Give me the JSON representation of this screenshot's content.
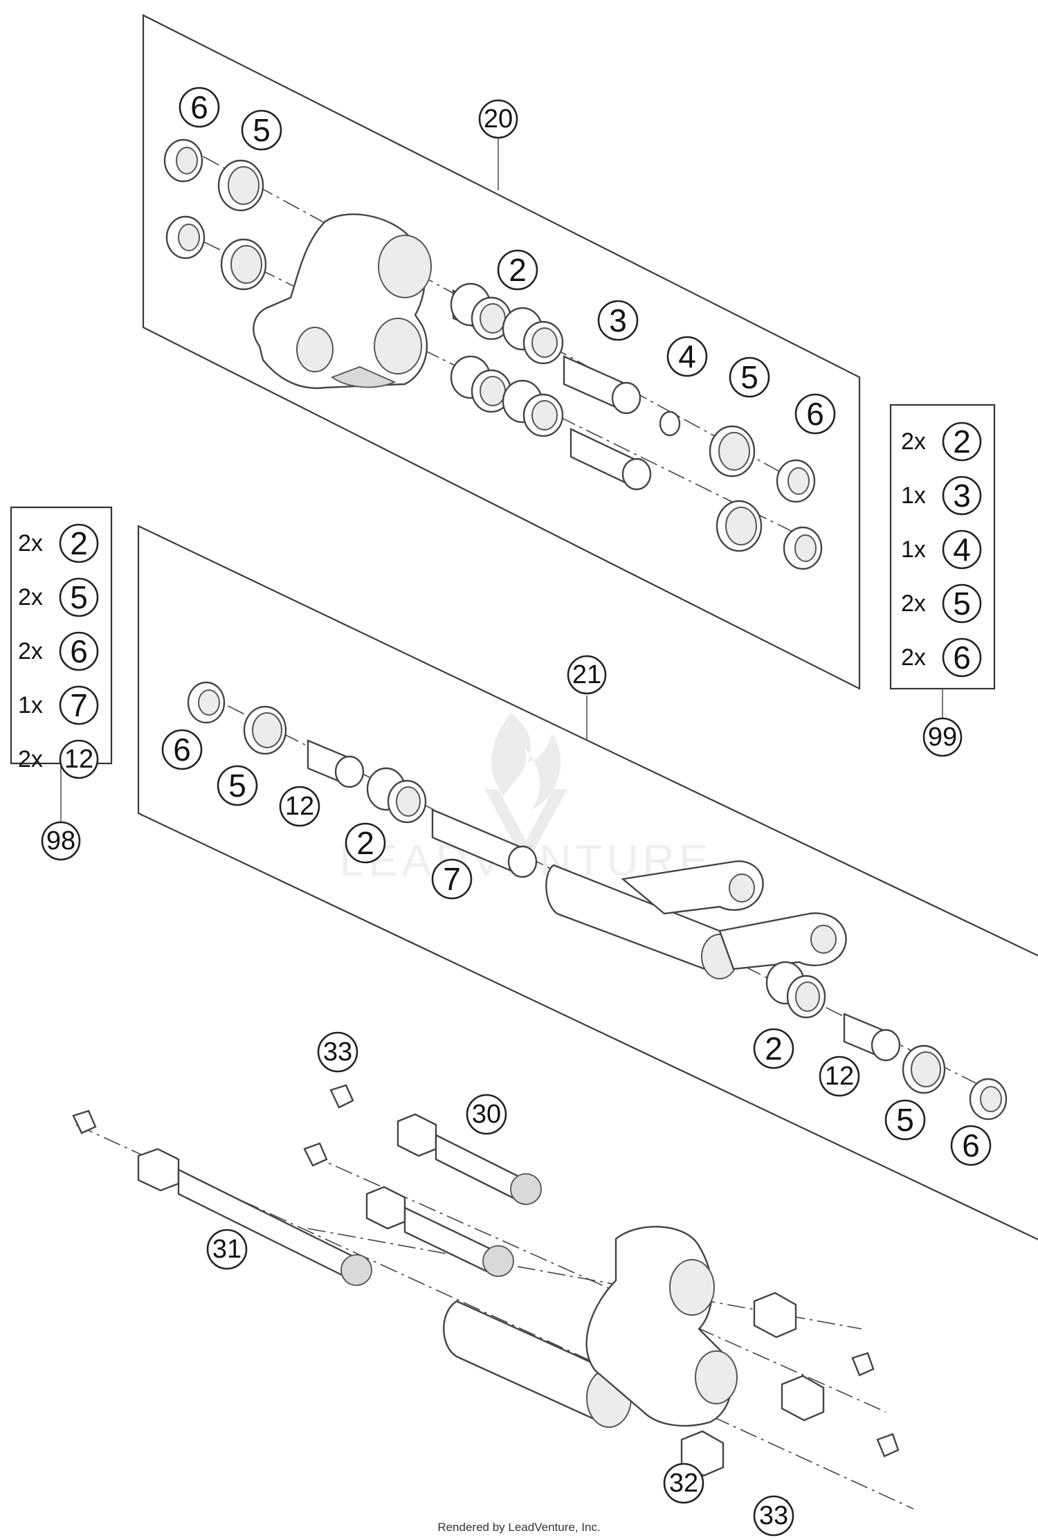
{
  "callouts": {
    "c20": "20",
    "c21": "21",
    "c30": "30",
    "c31": "31",
    "c32": "32",
    "c33a": "33",
    "c33b": "33",
    "c98": "98",
    "c99": "99",
    "top_6a": "6",
    "top_5a": "5",
    "top_2": "2",
    "top_3": "3",
    "top_4": "4",
    "top_5b": "5",
    "top_6b": "6",
    "mid_6a": "6",
    "mid_5a": "5",
    "mid_12a": "12",
    "mid_2a": "2",
    "mid_7": "7",
    "mid_2b": "2",
    "mid_12b": "12",
    "mid_5b": "5",
    "mid_6b": "6"
  },
  "kit98": [
    {
      "qty": "2x",
      "part": "2"
    },
    {
      "qty": "2x",
      "part": "5"
    },
    {
      "qty": "2x",
      "part": "6"
    },
    {
      "qty": "1x",
      "part": "7"
    },
    {
      "qty": "2x",
      "part": "12"
    }
  ],
  "kit99": [
    {
      "qty": "2x",
      "part": "2"
    },
    {
      "qty": "1x",
      "part": "3"
    },
    {
      "qty": "1x",
      "part": "4"
    },
    {
      "qty": "2x",
      "part": "5"
    },
    {
      "qty": "2x",
      "part": "6"
    }
  ],
  "credit": "Rendered by LeadVenture, Inc.",
  "watermark": "LEADVENTURE",
  "colors": {
    "line": "#3a3a3a",
    "shade": "#d9d9d9"
  }
}
